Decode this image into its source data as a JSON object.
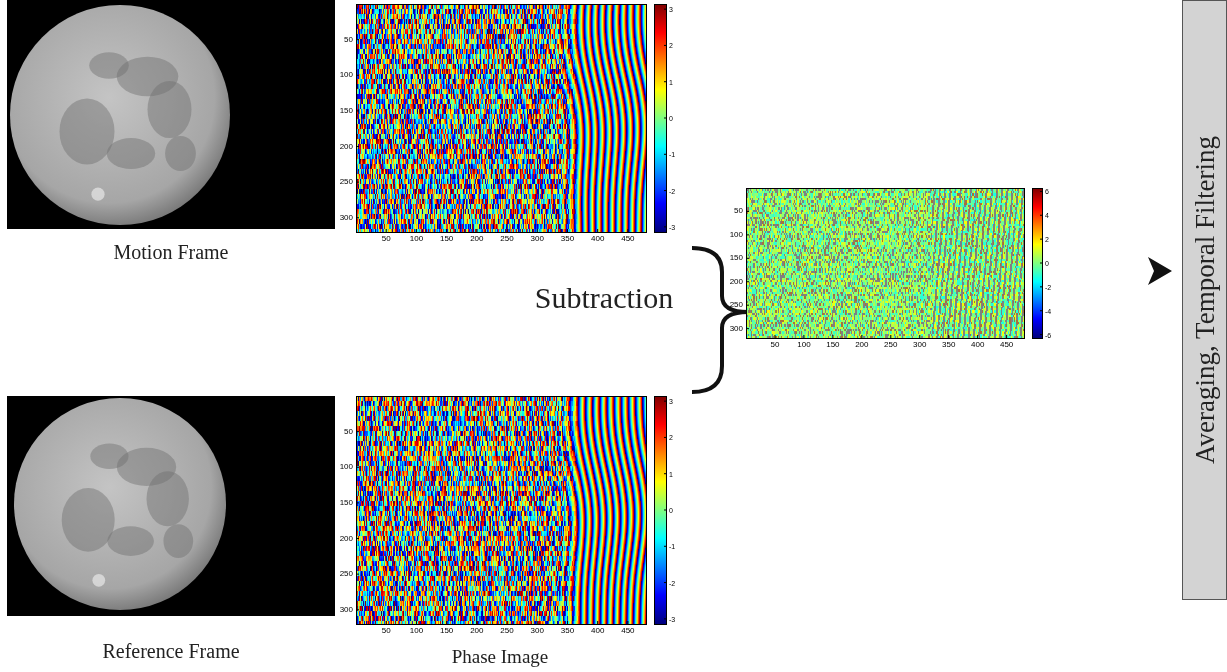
{
  "diagram": {
    "nodes": [
      {
        "text": [
          "Motion Frame"
        ]
      },
      {
        "text": [
          "Reference Frame"
        ]
      },
      {
        "text": [
          "Averaging, Temporal Filtering"
        ]
      }
    ],
    "labels": [
      "50",
      "100",
      "150",
      "200",
      "250",
      "300",
      "50",
      "100",
      "150",
      "200",
      "250",
      "300",
      "350",
      "400",
      "450",
      "3",
      "2",
      "1",
      "0",
      "-1",
      "-2",
      "-3",
      "Subtraction",
      "50",
      "100",
      "150",
      "200",
      "250",
      "300",
      "50",
      "100",
      "150",
      "200",
      "250",
      "300",
      "350",
      "400",
      "450",
      "6",
      "4",
      "2",
      "0",
      "-2",
      "-4",
      "-6",
      "50",
      "100",
      "150",
      "200",
      "250",
      "300",
      "50",
      "100",
      "150",
      "200",
      "250",
      "300",
      "350",
      "400",
      "450",
      "3",
      "2",
      "1",
      "0",
      "-1",
      "-2",
      "-3",
      "Phase Image"
    ]
  }
}
